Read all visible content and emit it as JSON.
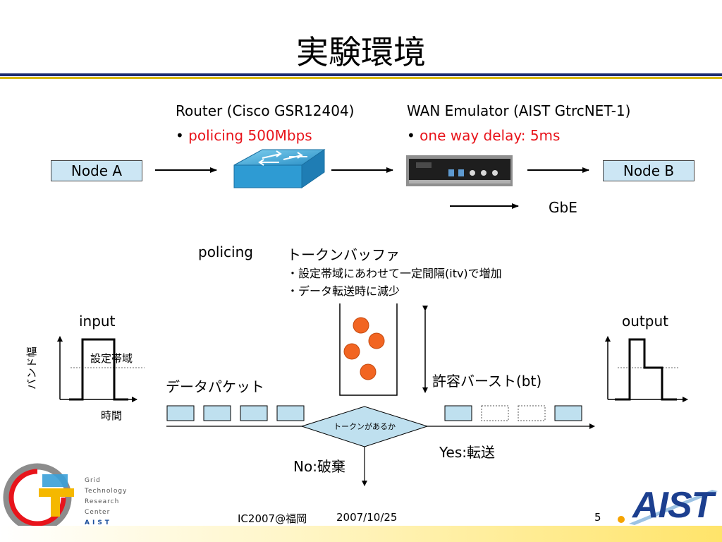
{
  "title": "実験環境",
  "router": {
    "label": "Router (Cisco GSR12404)",
    "bullet": "•",
    "detail": "policing 500Mbps"
  },
  "wan": {
    "label": "WAN Emulator (AIST GtrcNET-1)",
    "bullet": "•",
    "detail": "one way delay: 5ms"
  },
  "node_a": "Node A",
  "node_b": "Node B",
  "gbe": "GbE",
  "policing": "policing",
  "token_bucket": {
    "title": "トークンバッファ",
    "line1": "・設定帯域にあわせて一定間隔(itv)で増加",
    "line2": "・データ転送時に減少"
  },
  "input_label": "input",
  "output_label": "output",
  "bandwidth_axis": "バンド幅",
  "setting_band": "設定帯域",
  "time_axis": "時間",
  "data_packet": "データパケット",
  "burst": "許容バースト(bt)",
  "decision": "トークンがあるか",
  "yes": "Yes:転送",
  "no": "No:破棄",
  "logo_left": {
    "lines": [
      "Grid",
      "Technology",
      "Research",
      "Center"
    ],
    "org": "AIST"
  },
  "logo_right": "AIST",
  "footer": {
    "conference": "IC2007@福岡",
    "date": "2007/10/25",
    "page": "5"
  },
  "colors": {
    "navy": "#1c2a6e",
    "gold": "#d9b800",
    "red": "#e8141b",
    "token": "#f26522",
    "packet": "#bfe0ef"
  }
}
